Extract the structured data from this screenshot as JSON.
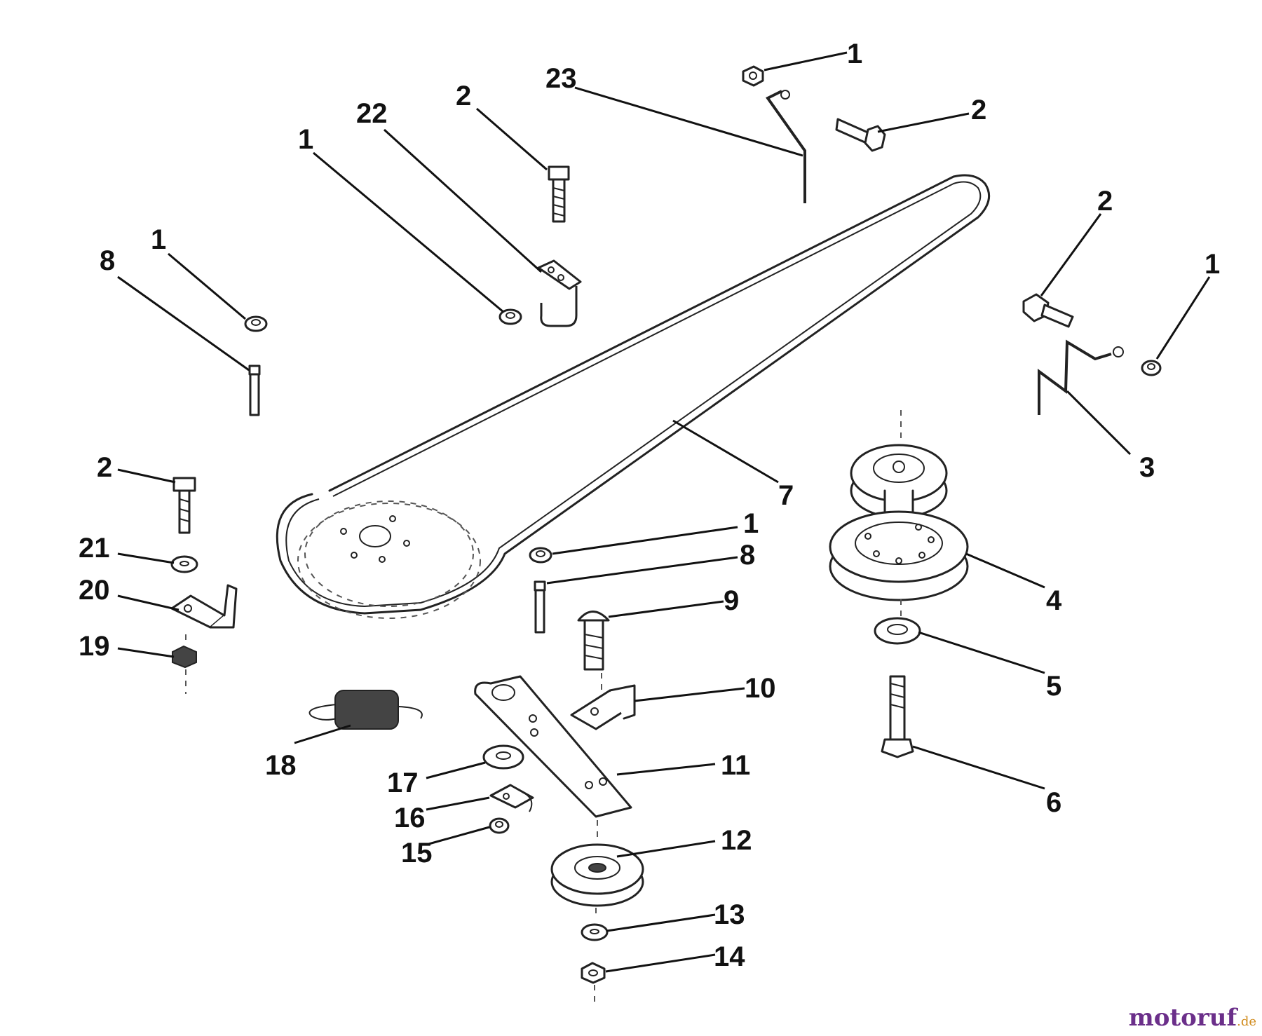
{
  "watermark": {
    "name": "motoruf",
    "tld": ".de"
  },
  "callouts": [
    {
      "id": "c-1a",
      "label": "1"
    },
    {
      "id": "c-23",
      "label": "23"
    },
    {
      "id": "c-2a",
      "label": "2"
    },
    {
      "id": "c-2b",
      "label": "2"
    },
    {
      "id": "c-22",
      "label": "22"
    },
    {
      "id": "c-1b",
      "label": "1"
    },
    {
      "id": "c-2c",
      "label": "2"
    },
    {
      "id": "c-1c",
      "label": "1"
    },
    {
      "id": "c-1d",
      "label": "1"
    },
    {
      "id": "c-8a",
      "label": "8"
    },
    {
      "id": "c-3",
      "label": "3"
    },
    {
      "id": "c-7",
      "label": "7"
    },
    {
      "id": "c-2d",
      "label": "2"
    },
    {
      "id": "c-21",
      "label": "21"
    },
    {
      "id": "c-20",
      "label": "20"
    },
    {
      "id": "c-19",
      "label": "19"
    },
    {
      "id": "c-1e",
      "label": "1"
    },
    {
      "id": "c-8b",
      "label": "8"
    },
    {
      "id": "c-9",
      "label": "9"
    },
    {
      "id": "c-4",
      "label": "4"
    },
    {
      "id": "c-5",
      "label": "5"
    },
    {
      "id": "c-10",
      "label": "10"
    },
    {
      "id": "c-6",
      "label": "6"
    },
    {
      "id": "c-18",
      "label": "18"
    },
    {
      "id": "c-11",
      "label": "11"
    },
    {
      "id": "c-17",
      "label": "17"
    },
    {
      "id": "c-16",
      "label": "16"
    },
    {
      "id": "c-15",
      "label": "15"
    },
    {
      "id": "c-12",
      "label": "12"
    },
    {
      "id": "c-13",
      "label": "13"
    },
    {
      "id": "c-14",
      "label": "14"
    }
  ]
}
